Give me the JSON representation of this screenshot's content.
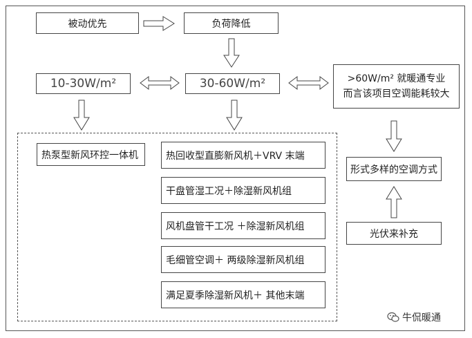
{
  "diagram": {
    "passive_priority": "被动优先",
    "reduce_load": "负荷降低",
    "load_low": "10-30W/m²",
    "load_mid": "30-60W/m²",
    "load_high_line1": ">60W/m² 就暖通专业",
    "load_high_line2": "而言该项目空调能耗较大",
    "heat_pump_unit": "热泵型新风环控一体机",
    "options": [
      "热回收型直膨新风机＋VRV 末端",
      "干盘管湿工况＋除湿新风机组",
      "风机盘管干工况 ＋除湿新风机组",
      "毛细管空调＋ 两级除湿新风机组",
      "满足夏季除湿新风机＋ 其他末端"
    ],
    "diverse_ac": "形式多样的空调方式",
    "pv_supplement": "光伏来补充"
  },
  "watermark": {
    "icon": "wechat-icon",
    "text": "牛侃暖通"
  }
}
